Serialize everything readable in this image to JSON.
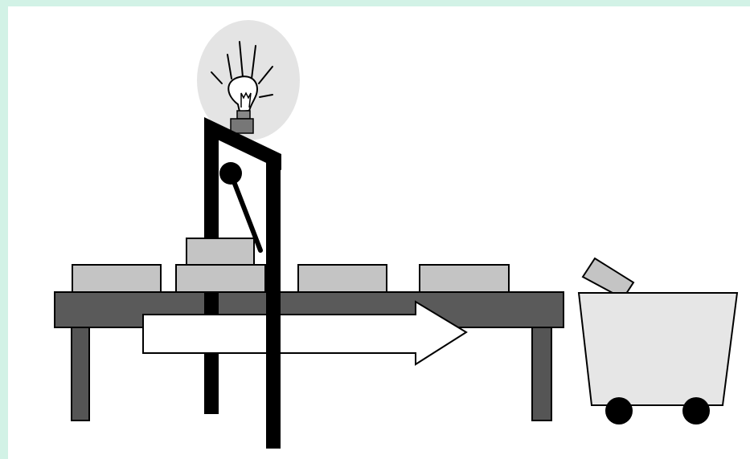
{
  "diagram": {
    "colors": {
      "page_border": "#d2f2e6",
      "canvas": "#ffffff",
      "table_top": "#5a5a5a",
      "table_legs": "#555555",
      "box_fill": "#c4c4c4",
      "frame_black": "#000000",
      "bulb_glow": "#e4e4e4",
      "arrow_fill": "#ffffff",
      "cart_fill": "#e6e6e6",
      "wheels": "#000000"
    },
    "elements": {
      "conveyor_table": "conveyor-table",
      "boxes_on_belt": 4,
      "stacked_box_count": 1,
      "inspection_gate": "inspection-gate",
      "indicator_light": "light-bulb-icon",
      "direction_arrow": "right-arrow",
      "reject_bin": "cart-with-rejected-box"
    }
  }
}
